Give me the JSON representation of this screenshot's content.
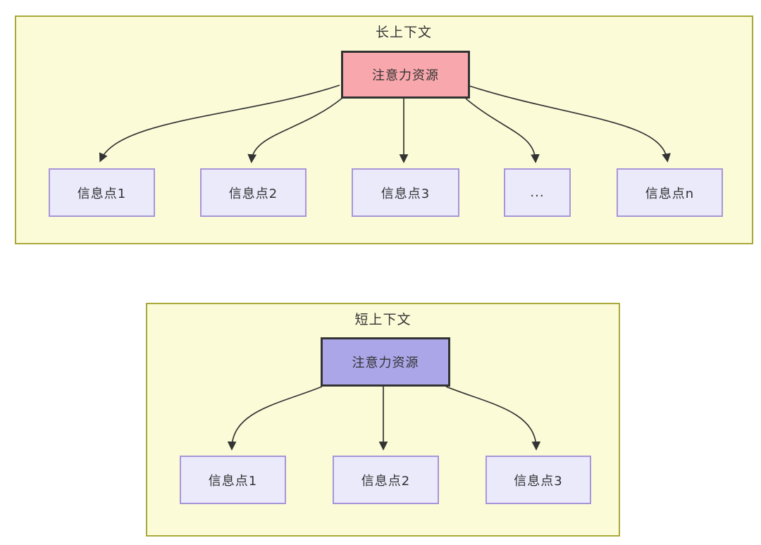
{
  "colors": {
    "container_bg": "#fbfbd8",
    "container_border": "#a9a93a",
    "attention_long_bg": "#f8a7ac",
    "attention_short_bg": "#aba6e8",
    "attention_border": "#333333",
    "info_bg": "#eaeafb",
    "info_border": "#a895d8",
    "arrow": "#333333",
    "text": "#333333"
  },
  "long_context": {
    "title": "长上下文",
    "attention_label": "注意力资源",
    "info_points": [
      "信息点1",
      "信息点2",
      "信息点3",
      "...",
      "信息点n"
    ]
  },
  "short_context": {
    "title": "短上下文",
    "attention_label": "注意力资源",
    "info_points": [
      "信息点1",
      "信息点2",
      "信息点3"
    ]
  }
}
